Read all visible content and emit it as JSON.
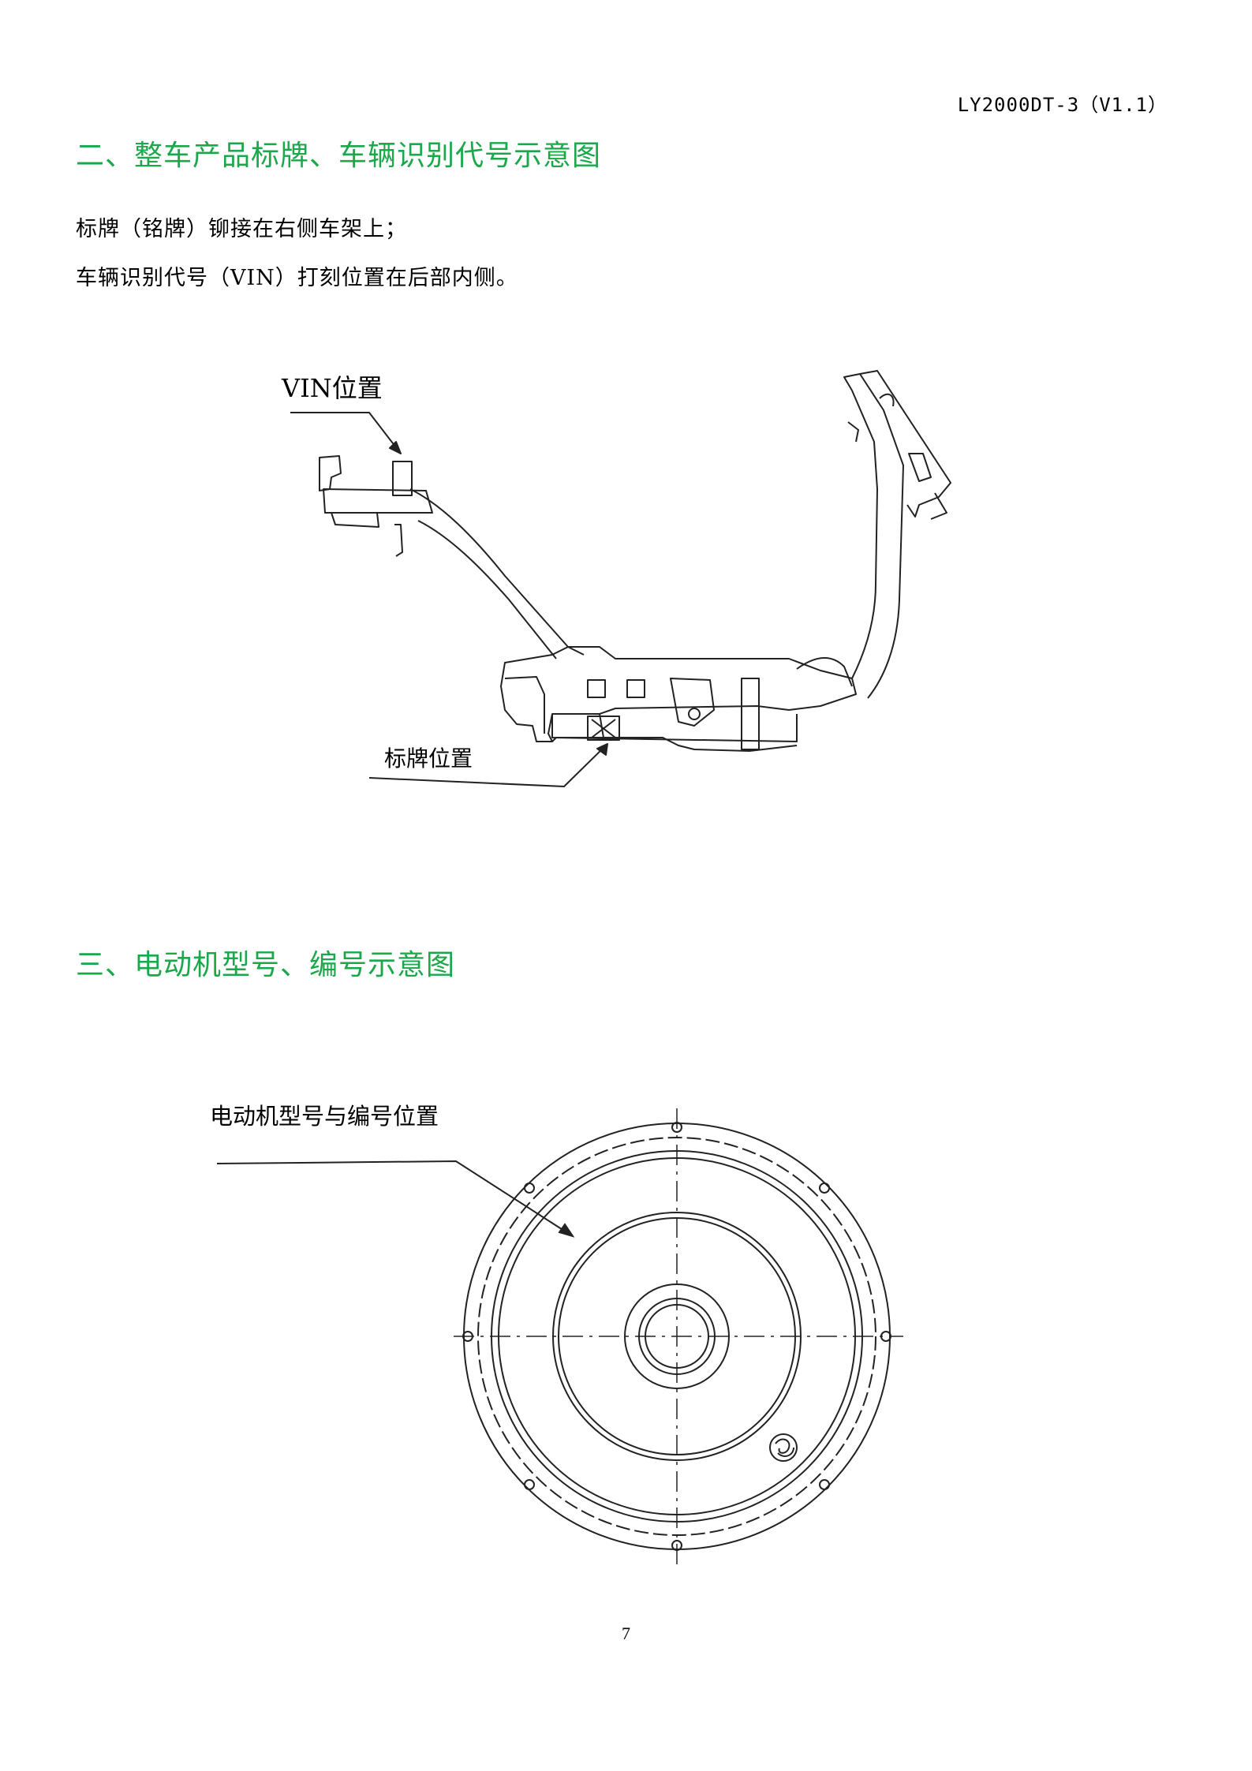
{
  "header": {
    "doc_code": "LY2000DT-3（V1.1）"
  },
  "section2": {
    "title": "二、整车产品标牌、车辆识别代号示意图",
    "lines": [
      "标牌（铭牌）铆接在右侧车架上；",
      "车辆识别代号（VIN）打刻位置在后部内侧。"
    ],
    "figure": {
      "vin_label": "VIN位置",
      "plate_label": "标牌位置"
    }
  },
  "section3": {
    "title": "三、电动机型号、编号示意图",
    "figure": {
      "motor_label": "电动机型号与编号位置"
    }
  },
  "footer": {
    "page_number": "7"
  }
}
